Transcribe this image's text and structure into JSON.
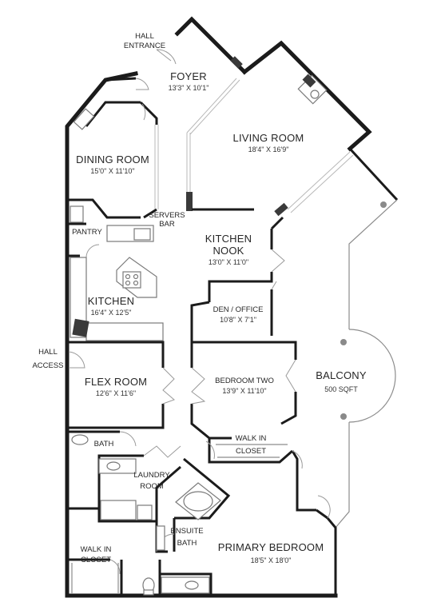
{
  "rooms": {
    "hall_entrance": {
      "line1": "HALL",
      "line2": "ENTRANCE"
    },
    "foyer": {
      "name": "FOYER",
      "dims": "13'3\" X 10'1\""
    },
    "living_room": {
      "name": "LIVING ROOM",
      "dims": "18'4\" X 16'9\""
    },
    "dining_room": {
      "name": "DINING ROOM",
      "dims": "15'0\" X 11'10\""
    },
    "servers_bar": {
      "line1": "SERVERS",
      "line2": "BAR"
    },
    "pantry": {
      "name": "PANTRY"
    },
    "kitchen_nook": {
      "line1": "KITCHEN",
      "line2": "NOOK",
      "dims": "13'0\" X 11'0\""
    },
    "kitchen": {
      "name": "KITCHEN",
      "dims": "16'4\" X 12'5\""
    },
    "den_office": {
      "name": "DEN / OFFICE",
      "dims": "10'8\" X 7'1\""
    },
    "hall_access": {
      "line1": "HALL",
      "line2": "ACCESS"
    },
    "flex_room": {
      "name": "FLEX ROOM",
      "dims": "12'6\" X 11'6\""
    },
    "bedroom_two": {
      "name": "BEDROOM TWO",
      "dims": "13'9\" X 11'10\""
    },
    "balcony": {
      "name": "BALCONY",
      "dims": "500 SQFT"
    },
    "bath": {
      "name": "BATH"
    },
    "walk_in_closet_2": {
      "line1": "WALK IN",
      "line2": "CLOSET"
    },
    "laundry_room": {
      "line1": "LAUNDRY",
      "line2": "ROOM"
    },
    "ensuite_bath": {
      "line1": "ENSUITE",
      "line2": "BATH"
    },
    "walk_in_closet_1": {
      "line1": "WALK IN",
      "line2": "CLOSET"
    },
    "primary_bedroom": {
      "name": "PRIMARY BEDROOM",
      "dims": "18'5\" X 18'0\""
    }
  },
  "colors": {
    "wall": "#1b1b1b",
    "line": "#8c8c8c",
    "background": "#ffffff"
  }
}
